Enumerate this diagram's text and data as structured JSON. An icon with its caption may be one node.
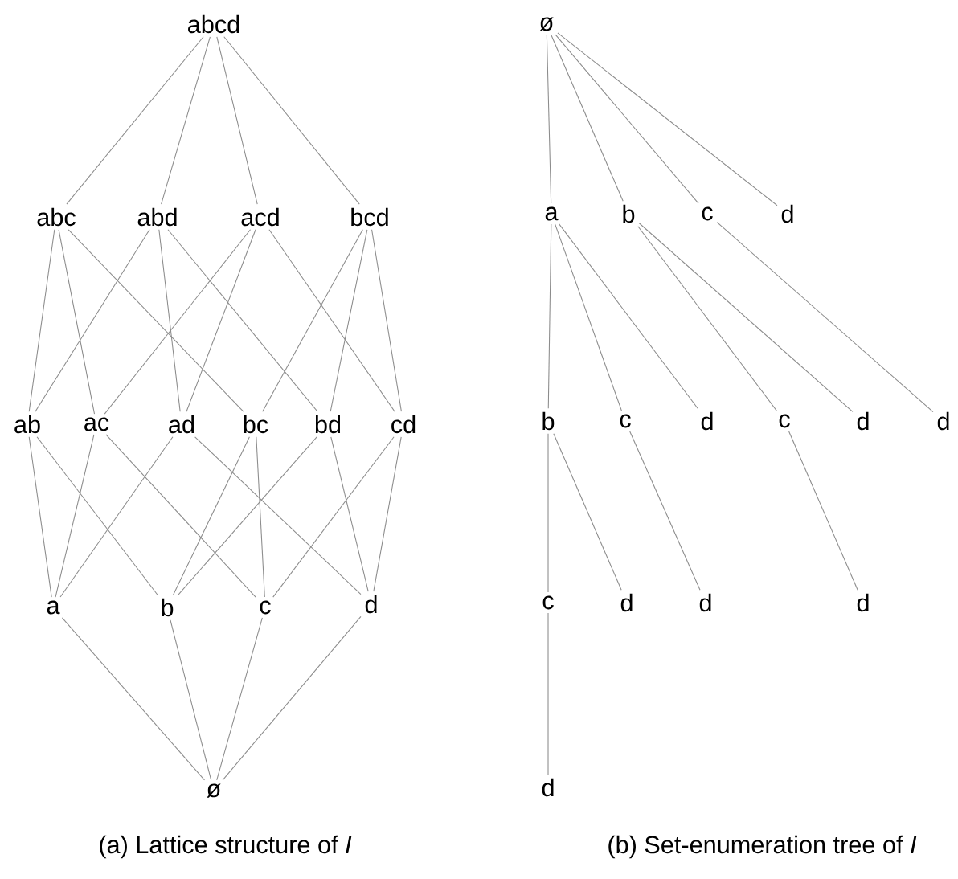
{
  "diagram": {
    "nodes": [
      {
        "text": [
          "abcd"
        ]
      },
      {
        "text": [
          "abc"
        ]
      },
      {
        "text": [
          "abd"
        ]
      },
      {
        "text": [
          "acd"
        ]
      },
      {
        "text": [
          "bcd"
        ]
      },
      {
        "text": [
          "ab"
        ]
      },
      {
        "text": [
          "ac"
        ]
      },
      {
        "text": [
          "ad"
        ]
      },
      {
        "text": [
          "bc"
        ]
      },
      {
        "text": [
          "bd"
        ]
      },
      {
        "text": [
          "cd"
        ]
      },
      {
        "text": [
          "a"
        ]
      },
      {
        "text": [
          "b"
        ]
      },
      {
        "text": [
          "c"
        ]
      },
      {
        "text": [
          "d"
        ]
      },
      {
        "text": [
          "ø"
        ]
      },
      {
        "text": [
          "ø"
        ]
      },
      {
        "text": [
          "a"
        ]
      },
      {
        "text": [
          "b"
        ]
      },
      {
        "text": [
          "c"
        ]
      },
      {
        "text": [
          "d"
        ]
      },
      {
        "text": [
          "b"
        ]
      },
      {
        "text": [
          "c"
        ]
      },
      {
        "text": [
          "d"
        ]
      },
      {
        "text": [
          "c"
        ]
      },
      {
        "text": [
          "d"
        ]
      },
      {
        "text": [
          "d"
        ]
      },
      {
        "text": [
          "c"
        ]
      },
      {
        "text": [
          "d"
        ]
      },
      {
        "text": [
          "d"
        ]
      },
      {
        "text": [
          "d"
        ]
      },
      {
        "text": [
          "d"
        ]
      }
    ],
    "edges": [
      {
        "from": 0,
        "to": 1,
        "arrow": "none"
      },
      {
        "from": 0,
        "to": 2,
        "arrow": "none"
      },
      {
        "from": 0,
        "to": 3,
        "arrow": "none"
      },
      {
        "from": 0,
        "to": 4,
        "arrow": "none"
      },
      {
        "from": 1,
        "to": 5,
        "arrow": "none"
      },
      {
        "from": 1,
        "to": 6,
        "arrow": "none"
      },
      {
        "from": 1,
        "to": 8,
        "arrow": "none"
      },
      {
        "from": 2,
        "to": 5,
        "arrow": "none"
      },
      {
        "from": 2,
        "to": 7,
        "arrow": "none"
      },
      {
        "from": 2,
        "to": 9,
        "arrow": "none"
      },
      {
        "from": 3,
        "to": 6,
        "arrow": "none"
      },
      {
        "from": 3,
        "to": 7,
        "arrow": "none"
      },
      {
        "from": 3,
        "to": 10,
        "arrow": "none"
      },
      {
        "from": 4,
        "to": 8,
        "arrow": "none"
      },
      {
        "from": 4,
        "to": 9,
        "arrow": "none"
      },
      {
        "from": 4,
        "to": 10,
        "arrow": "none"
      },
      {
        "from": 5,
        "to": 11,
        "arrow": "none"
      },
      {
        "from": 5,
        "to": 12,
        "arrow": "none"
      },
      {
        "from": 6,
        "to": 11,
        "arrow": "none"
      },
      {
        "from": 6,
        "to": 13,
        "arrow": "none"
      },
      {
        "from": 7,
        "to": 11,
        "arrow": "none"
      },
      {
        "from": 7,
        "to": 14,
        "arrow": "none"
      },
      {
        "from": 8,
        "to": 12,
        "arrow": "none"
      },
      {
        "from": 8,
        "to": 13,
        "arrow": "none"
      },
      {
        "from": 9,
        "to": 12,
        "arrow": "none"
      },
      {
        "from": 9,
        "to": 14,
        "arrow": "none"
      },
      {
        "from": 10,
        "to": 13,
        "arrow": "none"
      },
      {
        "from": 10,
        "to": 14,
        "arrow": "none"
      },
      {
        "from": 11,
        "to": 15,
        "arrow": "none"
      },
      {
        "from": 12,
        "to": 15,
        "arrow": "none"
      },
      {
        "from": 13,
        "to": 15,
        "arrow": "none"
      },
      {
        "from": 14,
        "to": 15,
        "arrow": "none"
      },
      {
        "from": 16,
        "to": 17,
        "arrow": "none"
      },
      {
        "from": 16,
        "to": 18,
        "arrow": "none"
      },
      {
        "from": 16,
        "to": 19,
        "arrow": "none"
      },
      {
        "from": 16,
        "to": 20,
        "arrow": "none"
      },
      {
        "from": 17,
        "to": 21,
        "arrow": "none"
      },
      {
        "from": 17,
        "to": 22,
        "arrow": "none"
      },
      {
        "from": 17,
        "to": 23,
        "arrow": "none"
      },
      {
        "from": 18,
        "to": 24,
        "arrow": "none"
      },
      {
        "from": 18,
        "to": 25,
        "arrow": "none"
      },
      {
        "from": 19,
        "to": 26,
        "arrow": "none"
      },
      {
        "from": 21,
        "to": 27,
        "arrow": "none"
      },
      {
        "from": 21,
        "to": 28,
        "arrow": "none"
      },
      {
        "from": 22,
        "to": 29,
        "arrow": "none"
      },
      {
        "from": 24,
        "to": 30,
        "arrow": "none"
      },
      {
        "from": 27,
        "to": 31,
        "arrow": "none"
      }
    ],
    "labels": [
      "(a) Lattice structure of *I*",
      "(b) Set-enumeration tree of *I*"
    ]
  }
}
